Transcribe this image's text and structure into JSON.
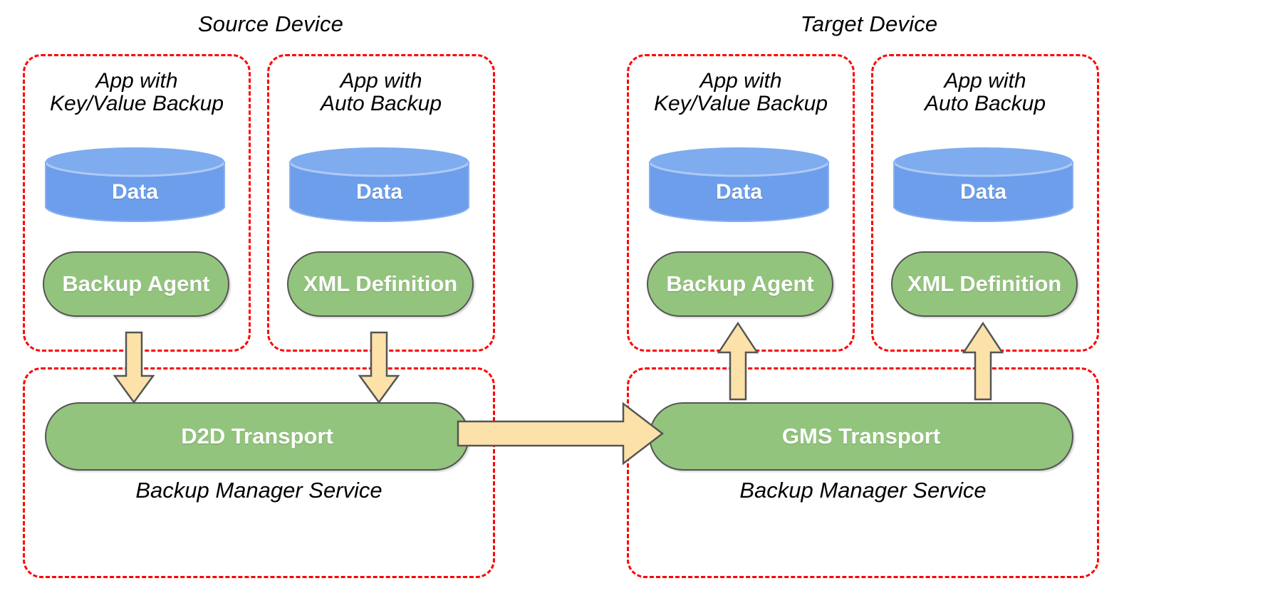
{
  "palette": {
    "green_fill": "#93C47D",
    "blue_fill": "#6D9EEB",
    "arrow_fill": "#FCE2A9",
    "dashed_border": "#FF0000",
    "shape_stroke": "#555555",
    "label_text": "#000000",
    "shape_text": "#FFFFFF"
  },
  "devices": [
    {
      "title": "Source Device",
      "apps": [
        {
          "label_line1": "App with",
          "label_line2": "Key/Value Backup",
          "data_label": "Data",
          "component_label": "Backup Agent"
        },
        {
          "label_line1": "App with",
          "label_line2": "Auto Backup",
          "data_label": "Data",
          "component_label": "XML Definition"
        }
      ],
      "service": {
        "transport_label": "D2D Transport",
        "caption": "Backup Manager Service"
      },
      "flow_direction": "down"
    },
    {
      "title": "Target Device",
      "apps": [
        {
          "label_line1": "App with",
          "label_line2": "Key/Value Backup",
          "data_label": "Data",
          "component_label": "Backup Agent"
        },
        {
          "label_line1": "App with",
          "label_line2": "Auto Backup",
          "data_label": "Data",
          "component_label": "XML Definition"
        }
      ],
      "service": {
        "transport_label": "GMS Transport",
        "caption": "Backup Manager Service"
      },
      "flow_direction": "up"
    }
  ],
  "transfer_arrow": {
    "from": "D2D Transport",
    "to": "GMS Transport",
    "direction": "right"
  }
}
